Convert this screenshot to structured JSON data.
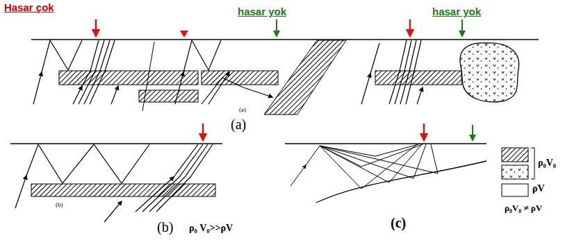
{
  "diagram": {
    "labels": [
      "Hasar çok",
      "hasar yok",
      "hasar yok",
      "(a)",
      "(a)",
      "(b)",
      "(b)",
      "ρ₀ V₀>>ρV",
      "(c)",
      "ρ₀V₀ ≠ ρV"
    ],
    "legend": [
      {
        "text": "ρ₀V₀"
      },
      {
        "text": "ρV"
      }
    ]
  }
}
